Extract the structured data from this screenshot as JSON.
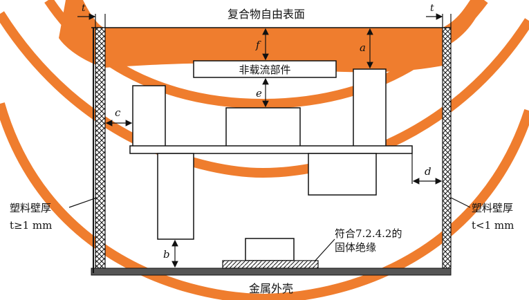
{
  "labels": {
    "top_surface": "复合物自由表面",
    "non_current_part": "非载流部件",
    "metal_shell": "金属外壳",
    "solid_insulation_line1": "符合7.2.4.2的",
    "solid_insulation_line2": "固体绝缘",
    "plastic_left_line1": "塑料壁厚",
    "plastic_left_line2": "t≥1 mm",
    "plastic_right_line1": "塑料壁厚",
    "plastic_right_line2": "t<1 mm"
  },
  "dims": {
    "t_left": "t",
    "t_right": "t",
    "f": "f",
    "a": "a",
    "e": "e",
    "c": "c",
    "d": "d",
    "b": "b"
  },
  "colors": {
    "orange": "#ef7d2e",
    "line": "#111111",
    "metal": "#555555"
  },
  "icons": {
    "hatch": "crosshatch-pattern",
    "arrow": "double-arrow"
  }
}
